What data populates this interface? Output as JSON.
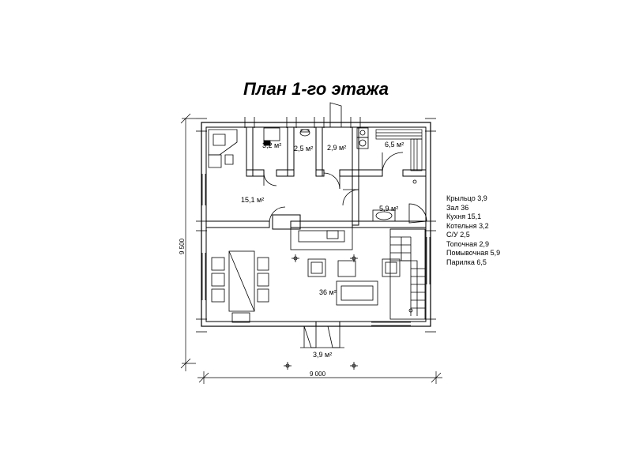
{
  "title": "План 1-го этажа",
  "rooms": {
    "boiler": "3,2 м²",
    "wc": "2,5 м²",
    "firebox": "2,9 м²",
    "steam": "6,5 м²",
    "kitchen": "15,1 м²",
    "wash": "5,9 м²",
    "hall": "36 м²",
    "porch": "3,9 м²"
  },
  "dimensions": {
    "width": "9 000",
    "height": "9 500"
  },
  "legend": [
    "Крыльцо 3,9",
    "Зал 36",
    "Кухня 15,1",
    "Котельня 3,2",
    "С/У 2,5",
    "Топочная 2,9",
    "Помывочная 5,9",
    "Парилка 6,5"
  ]
}
